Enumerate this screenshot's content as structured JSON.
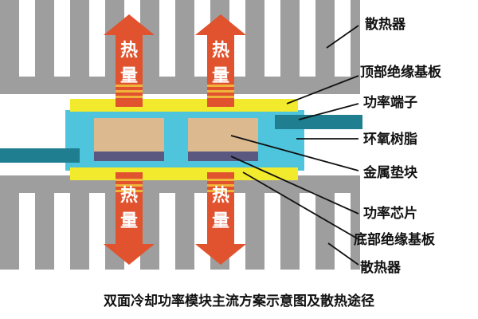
{
  "labels": {
    "heatsink_top": "散热器",
    "top_substrate": "顶部绝缘基板",
    "power_terminal": "功率端子",
    "epoxy": "环氧树脂",
    "metal_spacer": "金属垫块",
    "power_chip": "功率芯片",
    "bottom_substrate": "底部绝缘基板",
    "heatsink_bottom": "散热器"
  },
  "arrow_text": {
    "char1": "热",
    "char2": "量"
  },
  "caption": "双面冷却功率模块主流方案示意图及散热途径",
  "colors": {
    "heatsink": "#9e9e9e",
    "substrate": "#f2ea2c",
    "epoxy": "#4ec5dc",
    "terminal": "#1f7f91",
    "spacer": "#dcb98f",
    "chip": "#5a5880",
    "arrow": "#e0532e",
    "arrow_stripe": "#f2b33a"
  }
}
